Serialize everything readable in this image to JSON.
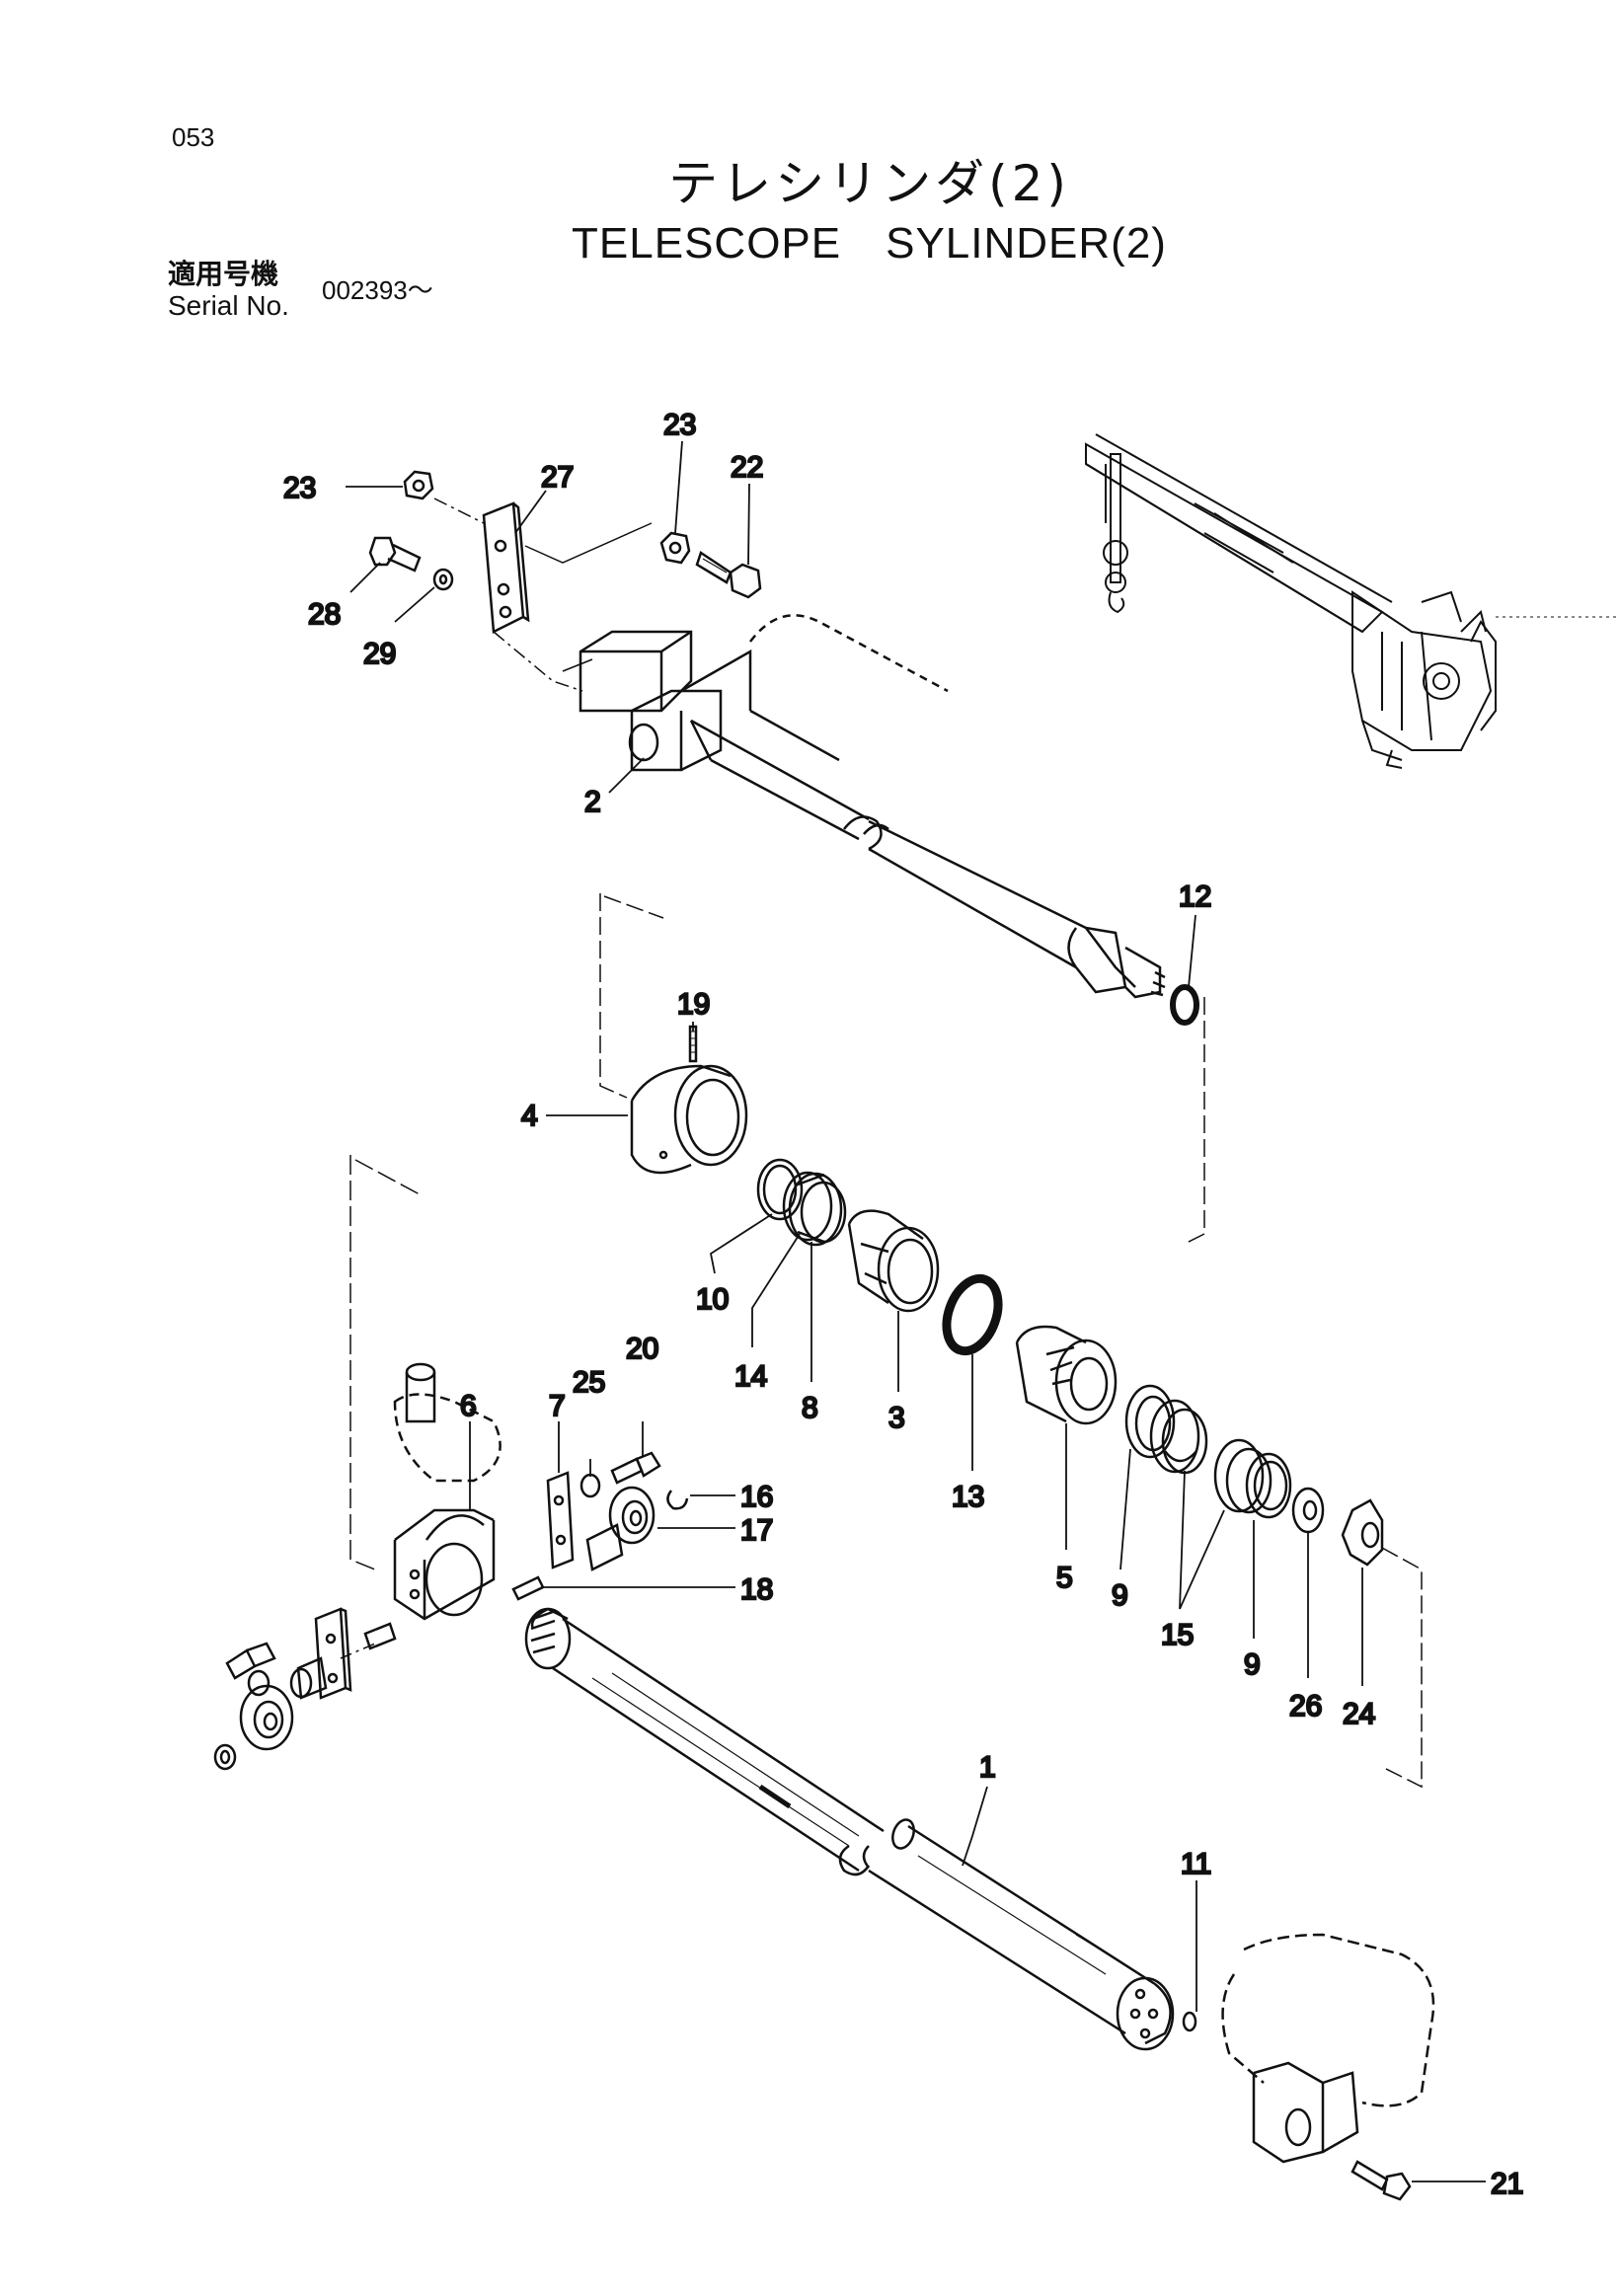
{
  "page_number": "053",
  "title_jp": "テレシリンダ(2)",
  "title_en": "TELESCOPE　SYLINDER(2)",
  "serial_label_jp": "適用号機",
  "serial_label_en": "Serial No.",
  "serial_value": "002393～",
  "callouts": {
    "c1": "1",
    "c2": "2",
    "c3": "3",
    "c4": "4",
    "c5": "5",
    "c6": "6",
    "c7": "7",
    "c8": "8",
    "c9a": "9",
    "c9b": "9",
    "c10": "10",
    "c11": "11",
    "c12": "12",
    "c13": "13",
    "c14": "14",
    "c15": "15",
    "c16": "16",
    "c17": "17",
    "c18": "18",
    "c19": "19",
    "c20": "20",
    "c21": "21",
    "c22": "22",
    "c23a": "23",
    "c23b": "23",
    "c24": "24",
    "c25": "25",
    "c26": "26",
    "c27": "27",
    "c28": "28",
    "c29": "29"
  }
}
